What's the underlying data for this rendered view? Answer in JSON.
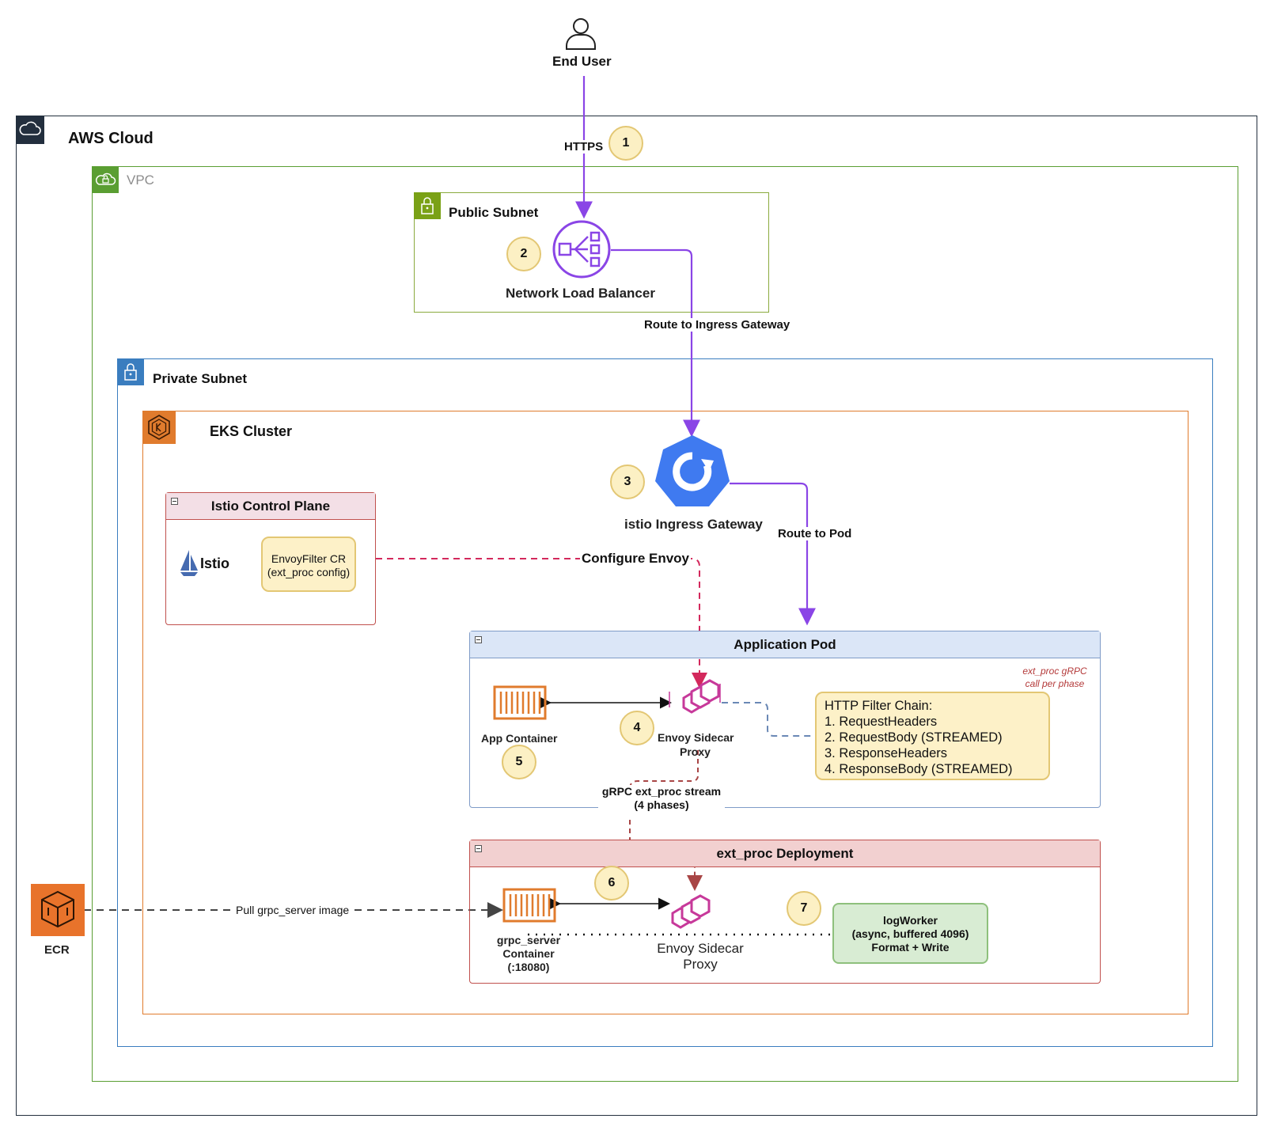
{
  "end_user": {
    "label": "End User",
    "icon": "user-icon"
  },
  "aws_cloud": {
    "label": "AWS Cloud",
    "icon": "cloud-icon"
  },
  "vpc": {
    "label": "VPC",
    "icon": "vpc-cloud-lock-icon"
  },
  "public_subnet": {
    "label": "Public Subnet",
    "icon": "lock-icon"
  },
  "nlb": {
    "label": "Network Load Balancer",
    "icon": "load-balancer-icon"
  },
  "private_subnet": {
    "label": "Private Subnet",
    "icon": "lock-icon"
  },
  "eks": {
    "label": "EKS Cluster",
    "icon": "eks-icon"
  },
  "ingress": {
    "label": "istio Ingress Gateway",
    "icon": "kubernetes-ingress-icon"
  },
  "istio_cp": {
    "title": "Istio Control Plane",
    "istio_label": "Istio",
    "envoyfilter_line1": "EnvoyFilter CR",
    "envoyfilter_line2": "(ext_proc config)"
  },
  "app_pod": {
    "title": "Application Pod",
    "app_container": "App Container",
    "envoy_line1": "Envoy Sidecar",
    "envoy_line2": "Proxy",
    "note_line1": "ext_proc gRPC",
    "note_line2": "call per phase",
    "filter_chain": {
      "title": "HTTP Filter Chain:",
      "items": [
        "1. RequestHeaders",
        "2. RequestBody (STREAMED)",
        "3. ResponseHeaders",
        "4. ResponseBody (STREAMED)"
      ]
    }
  },
  "ext_proc": {
    "title": "ext_proc Deployment",
    "grpc_line1": "grpc_server",
    "grpc_line2": "Container",
    "grpc_line3": "(:18080)",
    "envoy_line1": "Envoy Sidecar",
    "envoy_line2": "Proxy",
    "logworker_line1": "logWorker",
    "logworker_line2": "(async, buffered 4096)",
    "logworker_line3": "Format + Write"
  },
  "ecr": {
    "label": "ECR",
    "icon": "ecr-icon"
  },
  "edges": {
    "https": "HTTPS",
    "route_ingress": "Route to Ingress Gateway",
    "route_pod": "Route to Pod",
    "configure_envoy": "Configure Envoy",
    "grpc_line1": "gRPC ext_proc stream",
    "grpc_line2": "(4 phases)",
    "pull_image": "Pull grpc_server image"
  },
  "steps": [
    "1",
    "2",
    "3",
    "4",
    "5",
    "6",
    "7"
  ],
  "colors": {
    "aws_border": "#232f3e",
    "vpc_border": "#5a9e32",
    "private_border": "#3a7dbf",
    "eks_border": "#e07b2d",
    "flow": "#8a45e6",
    "config": "#d3285c",
    "grpc": "#a84545",
    "envoy": "#c7399a",
    "ecr": "#e8732b"
  }
}
